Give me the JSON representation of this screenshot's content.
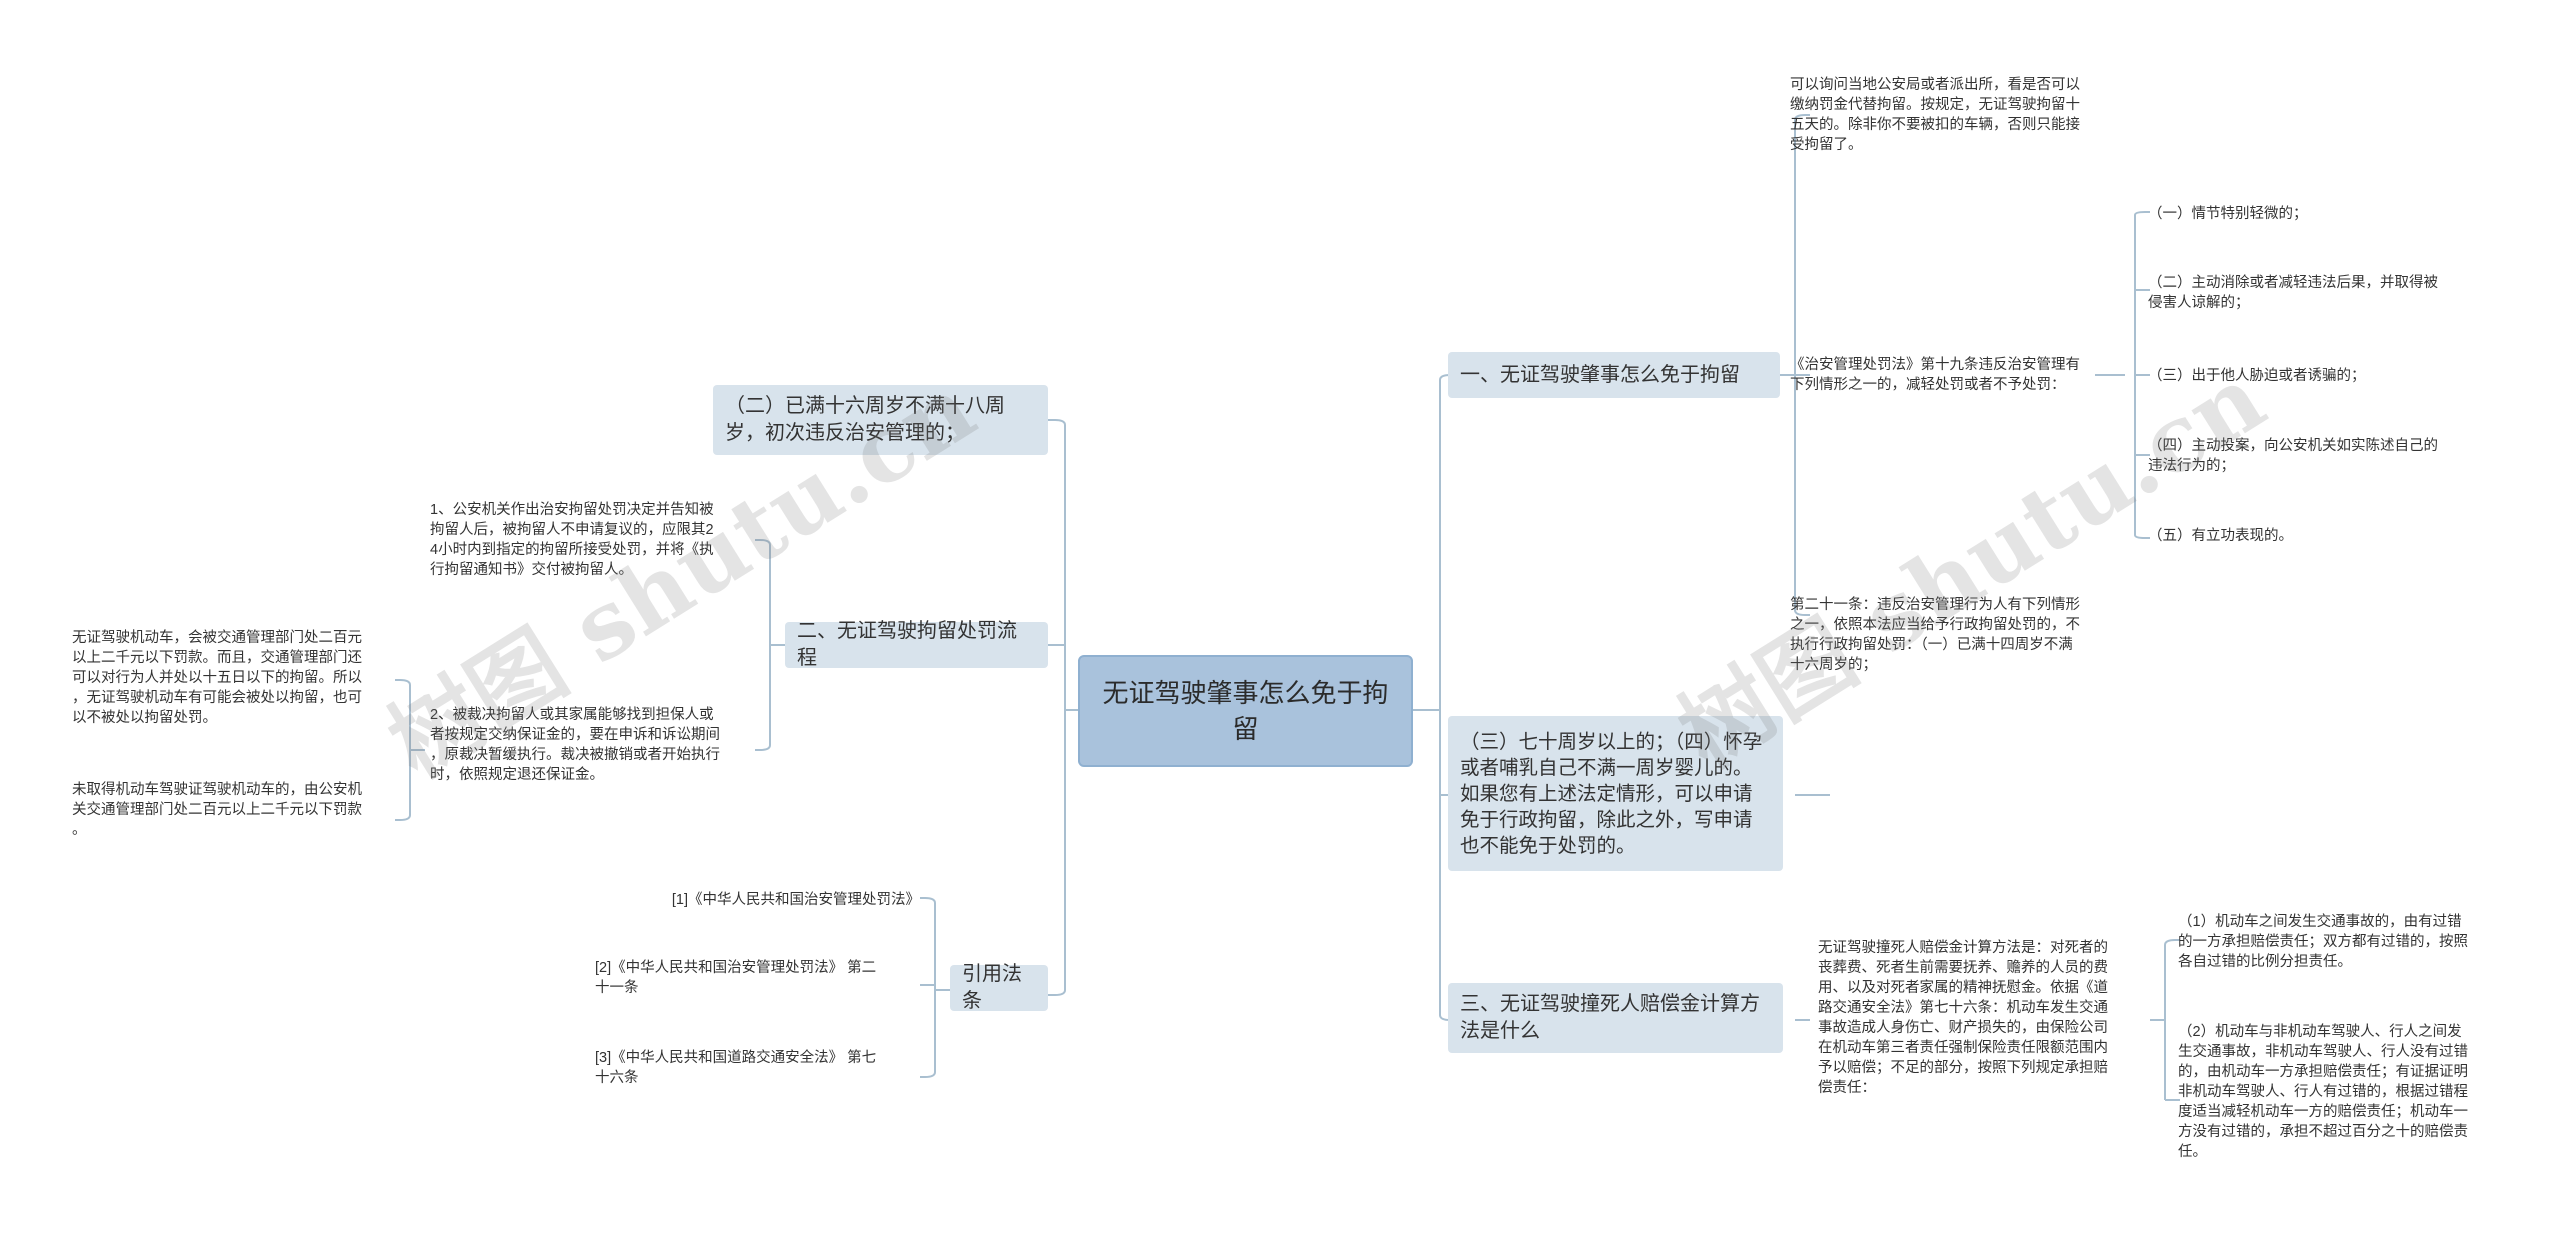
{
  "root": {
    "title": "无证驾驶肇事怎么免于拘留"
  },
  "right_branches": {
    "b1": {
      "title": "一、无证驾驶肇事怎么免于拘留",
      "leaf_a": "可以询问当地公安局或者派出所，看是否可以\n缴纳罚金代替拘留。按规定，无证驾驶拘留十\n五天的。除非你不要被扣的车辆，否则只能接\n受拘留了。",
      "leaf_b": "《治安管理处罚法》第十九条违反治安管理有\n下列情形之一的，减轻处罚或者不予处罚：",
      "leaf_b_items": [
        "（一）情节特别轻微的；",
        "（二）主动消除或者减轻违法后果，并取得被\n侵害人谅解的；",
        "（三）出于他人胁迫或者诱骗的；",
        "（四）主动投案，向公安机关如实陈述自己的\n违法行为的；",
        "（五）有立功表现的。"
      ],
      "leaf_c": "第二十一条：违反治安管理行为人有下列情形\n之一，依照本法应当给予行政拘留处罚的，不\n执行行政拘留处罚：（一）已满十四周岁不满\n十六周岁的；"
    },
    "b2": {
      "title": "（三）七十周岁以上的；（四）怀孕或者哺乳自己不满一周岁婴儿的。如果您有上述法定情形，可以申请免于行政拘留，除此之外，写申请也不能免于处罚的。"
    },
    "b3": {
      "title": "三、无证驾驶撞死人赔偿金计算方法是什么",
      "leaf_a": "无证驾驶撞死人赔偿金计算方法是：对死者的\n丧葬费、死者生前需要抚养、赡养的人员的费\n用、以及对死者家属的精神抚慰金。依据《道\n路交通安全法》第七十六条：机动车发生交通\n事故造成人身伤亡、财产损失的，由保险公司\n在机动车第三者责任强制保险责任限额范围内\n予以赔偿；不足的部分，按照下列规定承担赔\n偿责任：",
      "leaf_a_items": [
        "（1）机动车之间发生交通事故的，由有过错\n的一方承担赔偿责任；双方都有过错的，按照\n各自过错的比例分担责任。",
        "（2）机动车与非机动车驾驶人、行人之间发\n生交通事故，非机动车驾驶人、行人没有过错\n的，由机动车一方承担赔偿责任；有证据证明\n非机动车驾驶人、行人有过错的，根据过错程\n度适当减轻机动车一方的赔偿责任；机动车一\n方没有过错的，承担不超过百分之十的赔偿责\n任。"
      ]
    }
  },
  "left_branches": {
    "l1": {
      "title": "（二）已满十六周岁不满十八周岁，初次违反治安管理的；"
    },
    "l2": {
      "title": "二、无证驾驶拘留处罚流程",
      "items": [
        "1、公安机关作出治安拘留处罚决定并告知被\n拘留人后，被拘留人不申请复议的，应限其2\n4小时内到指定的拘留所接受处罚，并将《执\n行拘留通知书》交付被拘留人。",
        "2、被裁决拘留人或其家属能够找到担保人或\n者按规定交纳保证金的，要在申诉和诉讼期间\n，原裁决暂缓执行。裁决被撤销或者开始执行\n时，依照规定退还保证金。"
      ],
      "sub_items": [
        "无证驾驶机动车，会被交通管理部门处二百元\n以上二千元以下罚款。而且，交通管理部门还\n可以对行为人并处以十五日以下的拘留。所以\n，无证驾驶机动车有可能会被处以拘留，也可\n以不被处以拘留处罚。",
        "未取得机动车驾驶证驾驶机动车的，由公安机\n关交通管理部门处二百元以上二千元以下罚款\n。"
      ]
    },
    "l3": {
      "title": "引用法条",
      "items": [
        "[1]《中华人民共和国治安管理处罚法》",
        "[2]《中华人民共和国治安管理处罚法》 第二\n十一条",
        "[3]《中华人民共和国道路交通安全法》 第七\n十六条"
      ]
    }
  },
  "watermark": [
    "树图 shutu.cn",
    "树图 shutu.cn"
  ],
  "colors": {
    "root_fill": "#a9c2dc",
    "branch_fill": "#d8e3ec",
    "line": "#a9bfd0"
  }
}
